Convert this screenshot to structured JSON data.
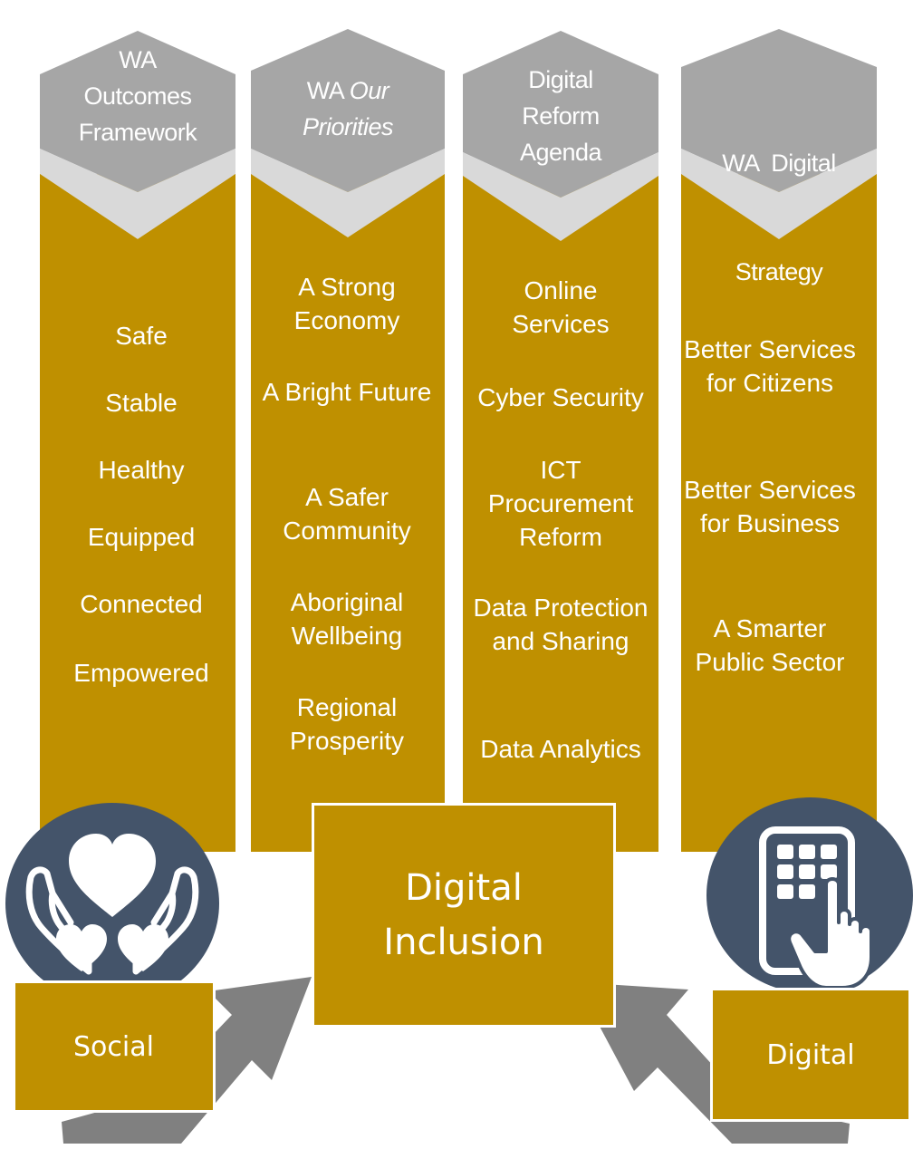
{
  "colors": {
    "gold": "#BF9000",
    "hex_gray": "#A6A6A6",
    "chevron_light": "#D9D9D9",
    "arrow_gray": "#808080",
    "icon_circle": "#44546A",
    "text_white": "#FFFFFF"
  },
  "columns": [
    {
      "title_lines": [
        "WA",
        "Outcomes",
        "Framework"
      ],
      "items": [
        "Safe",
        "Stable",
        "Healthy",
        "Equipped",
        "Connected",
        "Empowered"
      ]
    },
    {
      "title_lines": [
        "WA Our",
        "Priorities"
      ],
      "items": [
        "A Strong Economy",
        "A Bright Future",
        "A Safer Community",
        "Aboriginal Wellbeing",
        "Regional Prosperity"
      ]
    },
    {
      "title_lines": [
        "Digital",
        "Reform",
        "Agenda"
      ],
      "items": [
        "Online Services",
        "Cyber Security",
        "ICT Procurement Reform",
        "Data Protection and Sharing",
        "Data Analytics"
      ]
    },
    {
      "title_lines": [
        "WA  Digital",
        "Strategy"
      ],
      "items": [
        "Better Services for Citizens",
        "Better Services for Business",
        "A Smarter Public Sector"
      ]
    }
  ],
  "center_box": {
    "lines": [
      "Digital",
      "Inclusion"
    ]
  },
  "left_box": {
    "label": "Social",
    "icon": "heart-hands-icon"
  },
  "right_box": {
    "label": "Digital",
    "icon": "tablet-touch-icon"
  }
}
